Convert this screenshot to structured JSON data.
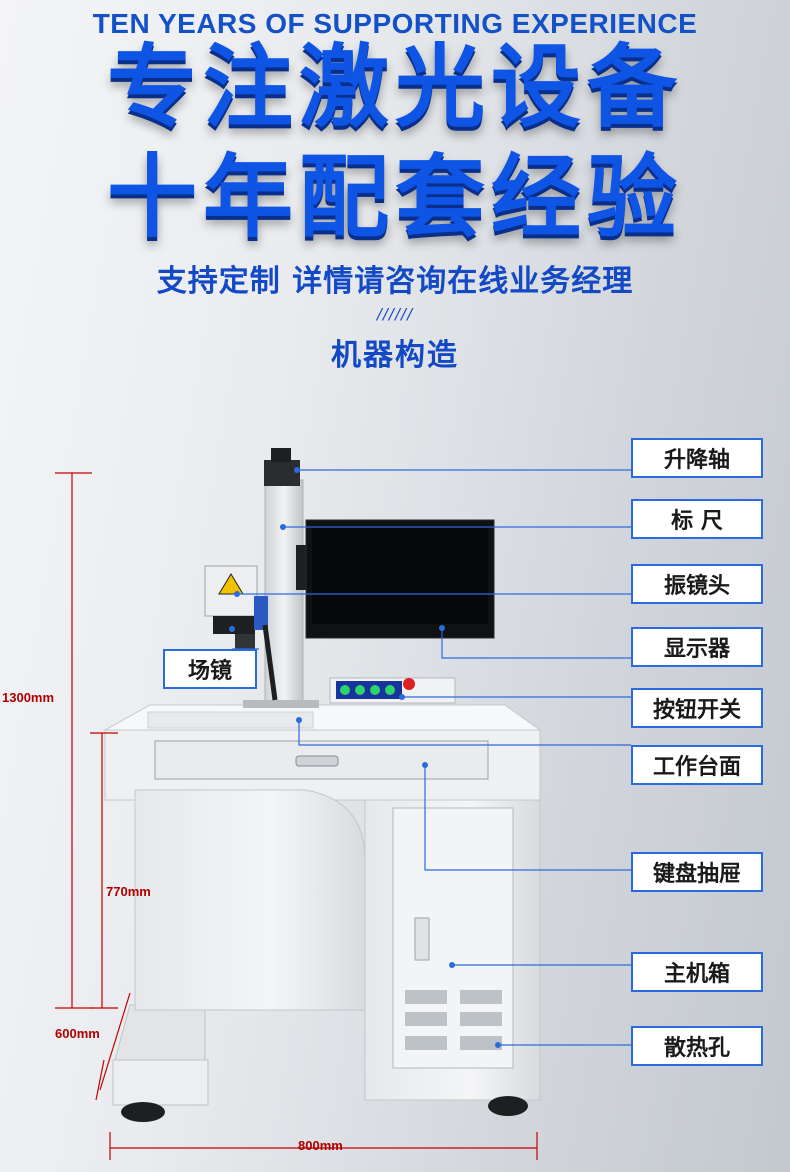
{
  "header": {
    "tagline_en": "TEN YEARS OF SUPPORTING EXPERIENCE",
    "title_line1": "专注激光设备",
    "title_line2": "十年配套经验",
    "subtitle": "支持定制 详情请咨询在线业务经理",
    "divider": "//////",
    "section_title": "机器构造"
  },
  "parts": {
    "lift_axis": "升降轴",
    "ruler": "标  尺",
    "galvo_head": "振镜头",
    "monitor": "显示器",
    "field_lens": "场镜",
    "button_switch": "按钮开关",
    "worktable": "工作台面",
    "keyboard_drawer": "键盘抽屉",
    "main_cabinet": "主机箱",
    "vent_holes": "散热孔"
  },
  "dimensions": {
    "total_height": "1300mm",
    "table_height": "770mm",
    "depth": "600mm",
    "width": "800mm"
  },
  "colors": {
    "accent_blue": "#1351c8",
    "label_border": "#2a6be0",
    "dimension_red": "#c40000"
  }
}
